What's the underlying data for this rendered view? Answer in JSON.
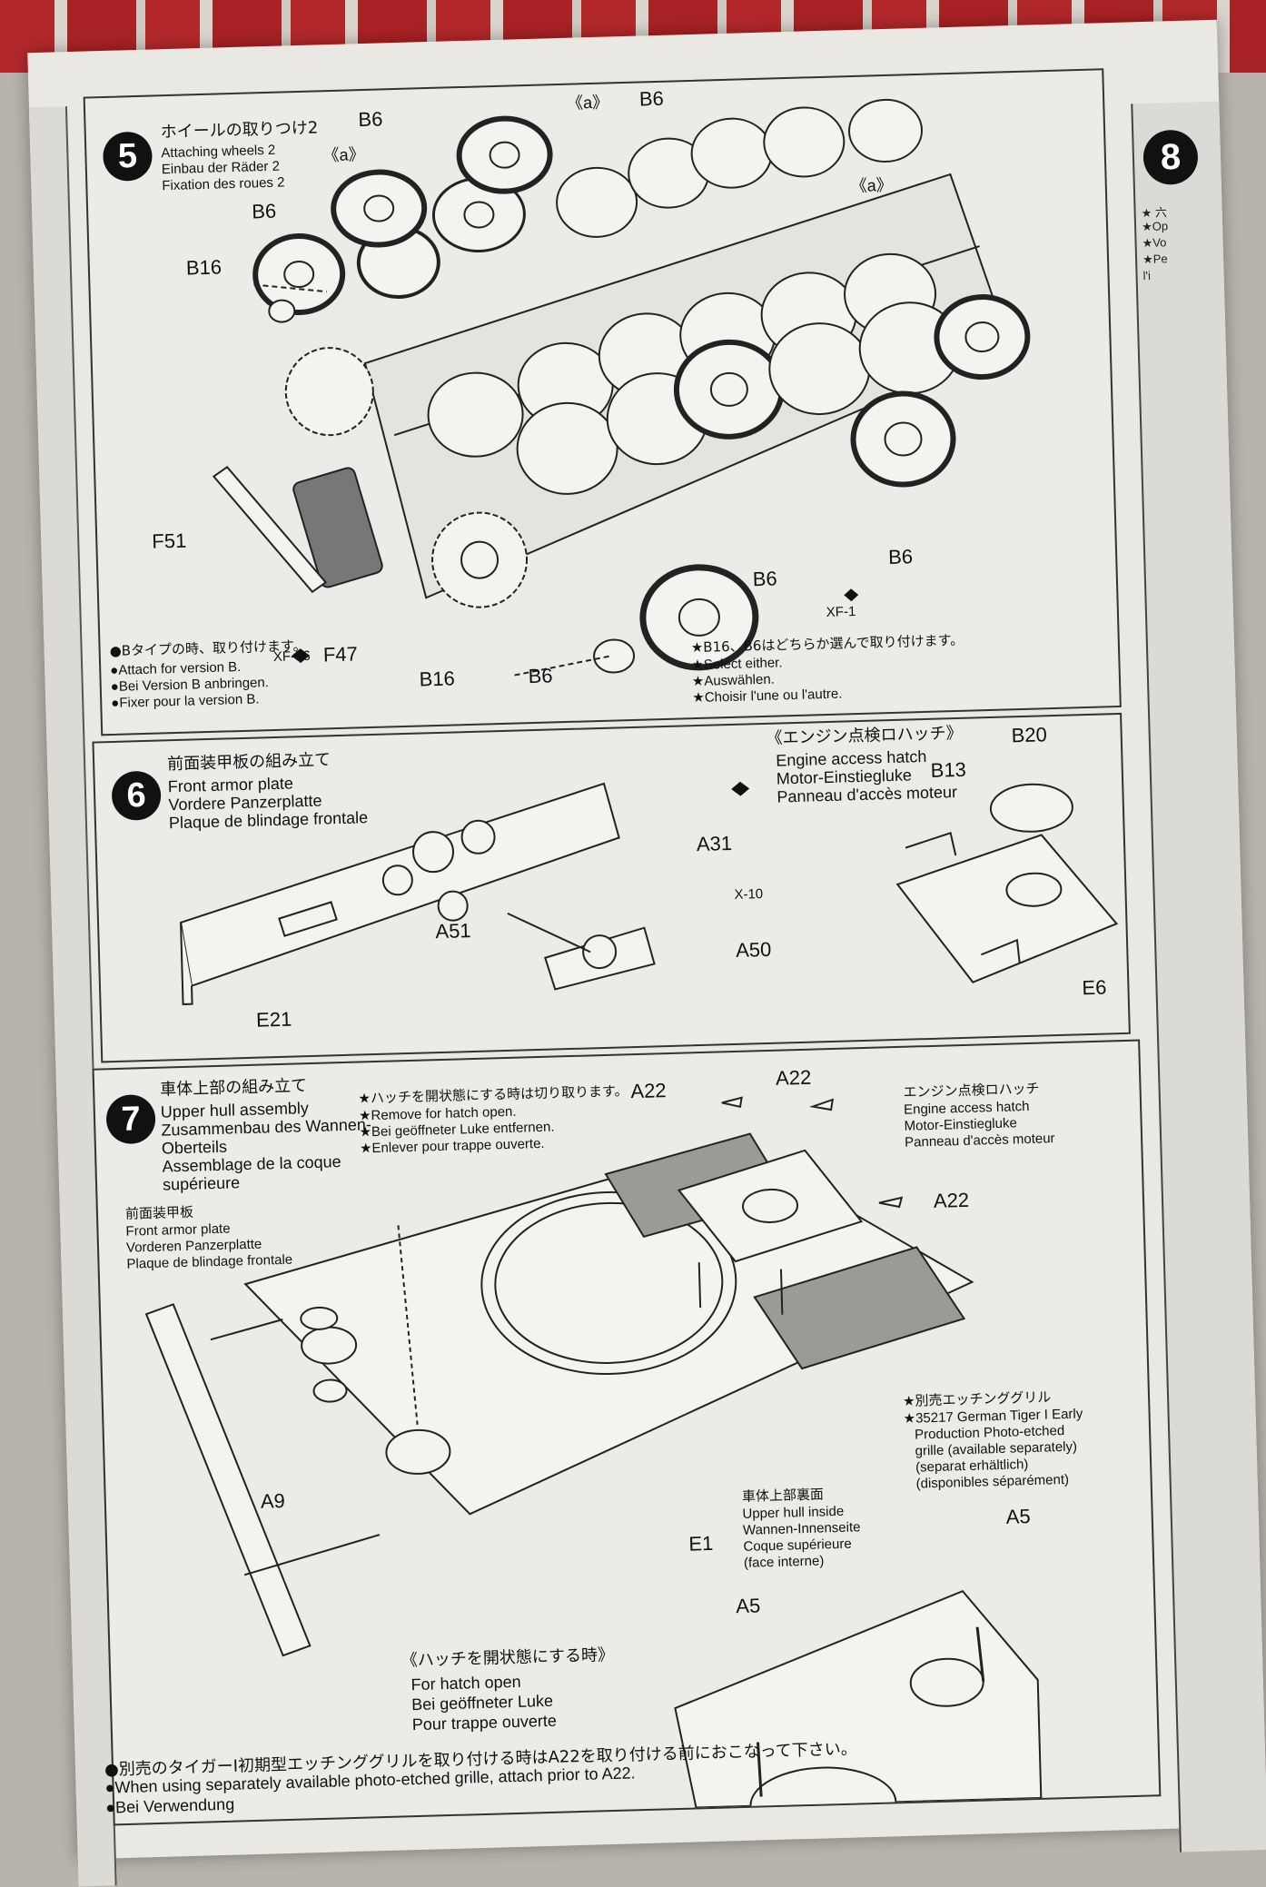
{
  "right_page": {
    "step_number": "8",
    "lines": [
      "★ 六",
      "★Op",
      "★Vo",
      "★Pe",
      "l'i"
    ]
  },
  "step5": {
    "number": "5",
    "title_jp": "ホイールの取りつけ2",
    "title_en": "Attaching wheels 2",
    "title_de": "Einbau der Räder 2",
    "title_fr": "Fixation des roues 2",
    "labels": {
      "b6_a": "B6",
      "b6_b": "B6",
      "b6_c": "B6",
      "b6_d": "B6",
      "b6_e": "B6",
      "b6_f": "B6",
      "b16_a": "B16",
      "b16_b": "B16",
      "a_a": "《a》",
      "a_b": "《a》",
      "a_c": "《a》",
      "f51": "F51",
      "f47": "F47",
      "xf56": "XF-56",
      "xf1": "XF-1"
    },
    "note_version_b": {
      "jp": "●Bタイプの時、取り付けます。",
      "en": "●Attach for version B.",
      "de": "●Bei Version B anbringen.",
      "fr": "●Fixer pour la version B."
    },
    "note_either": {
      "jp": "★B16、B6はどちらか選んで取り付けます。",
      "en": "★Select either.",
      "de": "★Auswählen.",
      "fr": "★Choisir l'une ou l'autre."
    }
  },
  "step6": {
    "number": "6",
    "title_jp": "前面装甲板の組み立て",
    "title_en": "Front armor plate",
    "title_de": "Vordere Panzerplatte",
    "title_fr": "Plaque de blindage frontale",
    "hatch_jp": "《エンジン点検ロハッチ》",
    "hatch_en": "Engine access hatch",
    "hatch_de": "Motor-Einstiegluke",
    "hatch_fr": "Panneau d'accès moteur",
    "labels": {
      "a31": "A31",
      "x10": "X-10",
      "a51": "A51",
      "a50": "A50",
      "e21": "E21",
      "b20": "B20",
      "b13": "B13",
      "e6": "E6"
    }
  },
  "step7": {
    "number": "7",
    "title_jp": "車体上部の組み立て",
    "title_en": "Upper hull assembly",
    "title_de1": "Zusammenbau des Wannen-",
    "title_de2": "Oberteils",
    "title_fr1": "Assemblage de la coque",
    "title_fr2": "supérieure",
    "hatch_note": {
      "jp": "★ハッチを開状態にする時は切り取ります。",
      "en": "★Remove for hatch open.",
      "de": "★Bei geöffneter Luke entfernen.",
      "fr": "★Enlever pour trappe ouverte."
    },
    "front_plate": {
      "jp": "前面装甲板",
      "en": "Front armor plate",
      "de": "Vorderen Panzerplatte",
      "fr": "Plaque de blindage frontale"
    },
    "engine_hatch": {
      "jp": "エンジン点検ロハッチ",
      "en": "Engine access hatch",
      "de": "Motor-Einstiegluke",
      "fr": "Panneau d'accès moteur"
    },
    "grille_note": {
      "jp": "★別売エッチンググリル",
      "l1": "★35217 German Tiger I Early",
      "l2": "Production Photo-etched",
      "l3": "grille (available separately)",
      "l4": "(separat erhältlich)",
      "l5": "(disponibles séparément)"
    },
    "underside": {
      "jp": "車体上部裏面",
      "en": "Upper hull inside",
      "de": "Wannen-Innenseite",
      "fr1": "Coque supérieure",
      "fr2": "(face interne)"
    },
    "hatch_open": {
      "jp": "《ハッチを開状態にする時》",
      "en": "For hatch open",
      "de": "Bei geöffneter Luke",
      "fr": "Pour trappe ouverte"
    },
    "labels": {
      "a22_a": "A22",
      "a22_b": "A22",
      "a22_c": "A22",
      "a9": "A9",
      "e1": "E1",
      "a5_a": "A5",
      "a5_b": "A5"
    }
  },
  "footer": {
    "jp": "●別売のタイガーⅠ初期型エッチンググリルを取り付ける時はA22を取り付ける前におこなって下さい。",
    "en": "●When using separately available photo-etched grille, attach prior to A22.",
    "de": "●Bei Verwendung"
  }
}
